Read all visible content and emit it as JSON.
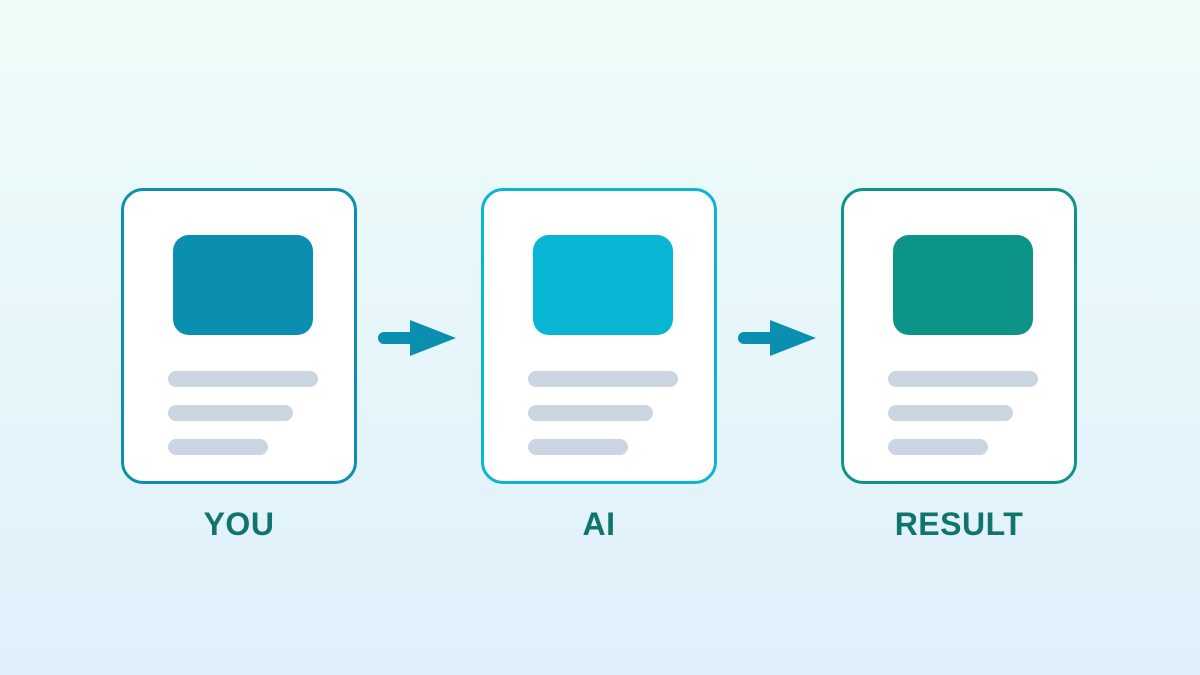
{
  "colors": {
    "you_accent": "#0a8fb0",
    "ai_accent": "#08b6d4",
    "result_accent": "#0d9488",
    "placeholder_line": "#cbd5e1",
    "label_text": "#11756d",
    "arrow": "#0a8fb0"
  },
  "steps": [
    {
      "label": "YOU"
    },
    {
      "label": "AI"
    },
    {
      "label": "RESULT"
    }
  ]
}
